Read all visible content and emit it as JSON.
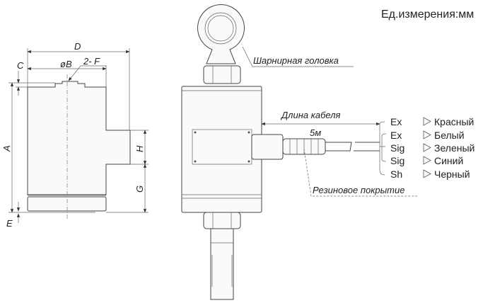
{
  "units_label": "Ед.измерения:мм",
  "dimensions": {
    "A": "A",
    "B": "øB",
    "C": "C",
    "D": "D",
    "E": "E",
    "F": "2- F",
    "G": "G",
    "H": "H"
  },
  "callouts": {
    "rod_end": "Шарнирная головка",
    "cable_length": "Длина кабеля",
    "cable_length_value": "5м",
    "rubber_cover": "Резиновое покрытие"
  },
  "wires": [
    {
      "signal": "Ex",
      "color": "Красный"
    },
    {
      "signal": "Ex",
      "color": "Белый"
    },
    {
      "signal": "Sig",
      "color": "Зеленый"
    },
    {
      "signal": "Sig",
      "color": "Синий"
    },
    {
      "signal": "Sh",
      "color": "Черный"
    }
  ]
}
